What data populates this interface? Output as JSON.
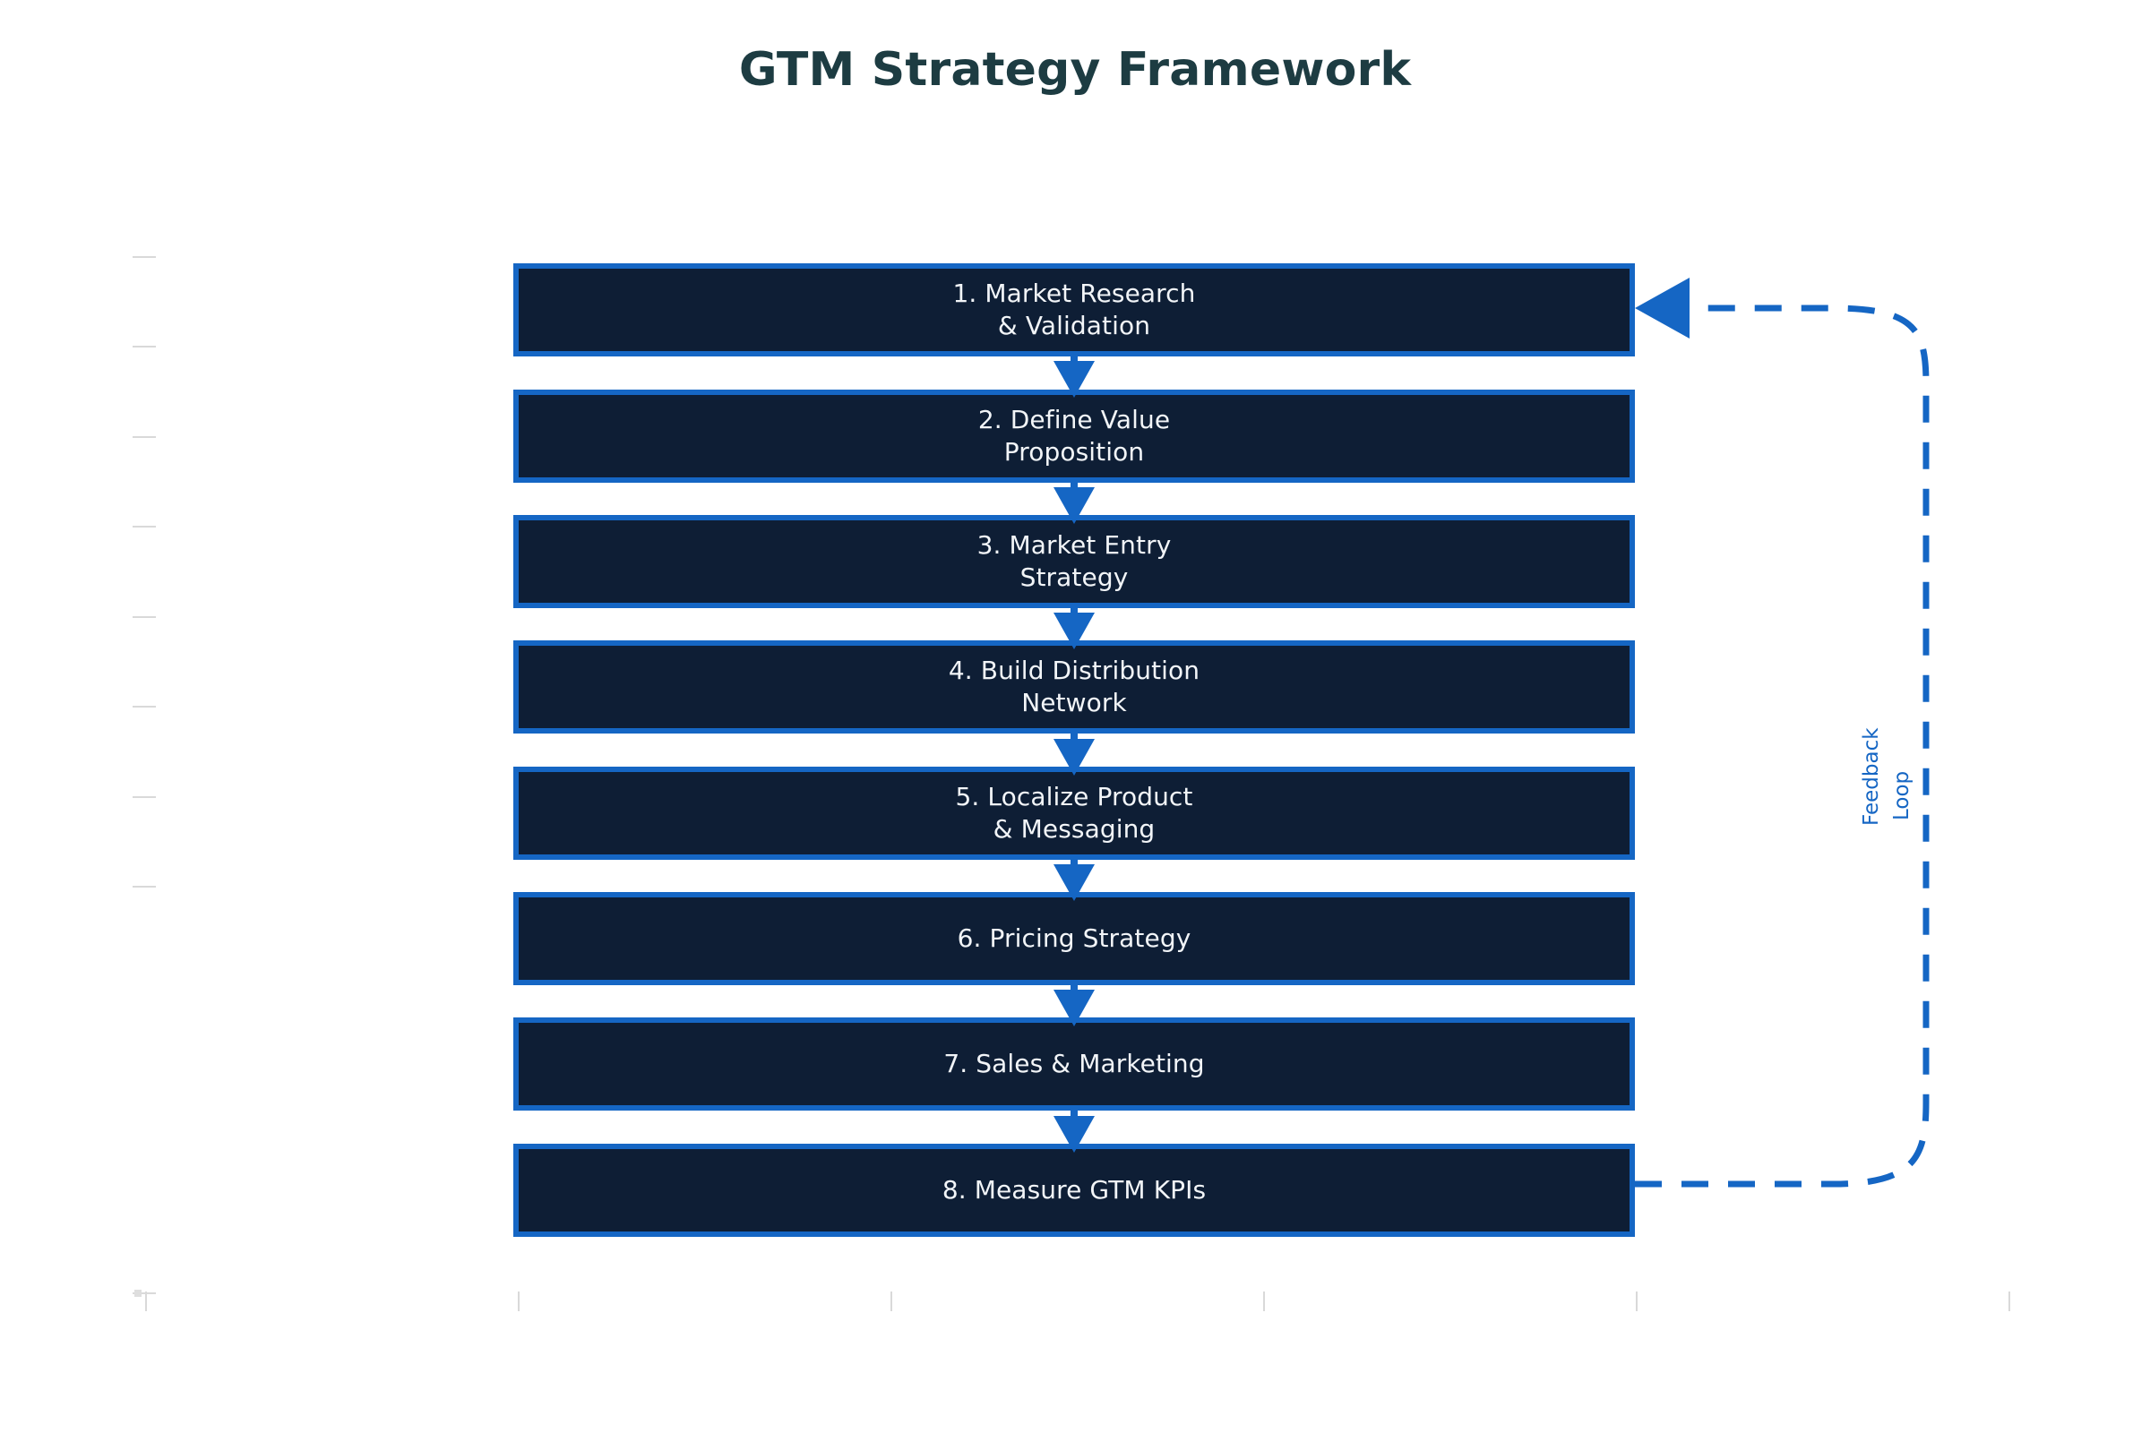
{
  "title": "GTM Strategy Framework",
  "colors": {
    "title_text": "#1d3c42",
    "box_fill": "#0e1e35",
    "box_border": "#1566c4",
    "box_text": "#f2f5f8",
    "accent_blue": "#1566c4",
    "background": "#ffffff",
    "tick_gray": "#d9d9d9"
  },
  "diagram": {
    "type": "flowchart",
    "orientation": "vertical",
    "step_count": 8,
    "steps": [
      {
        "number": "1",
        "label": "1. Market Research\n& Validation",
        "lines": [
          "1. Market Research",
          "& Validation"
        ]
      },
      {
        "number": "2",
        "label": "2. Define Value\nProposition",
        "lines": [
          "2. Define Value",
          "Proposition"
        ]
      },
      {
        "number": "3",
        "label": "3. Market Entry\nStrategy",
        "lines": [
          "3. Market Entry",
          "Strategy"
        ]
      },
      {
        "number": "4",
        "label": "4. Build Distribution\nNetwork",
        "lines": [
          "4. Build Distribution",
          "Network"
        ]
      },
      {
        "number": "5",
        "label": "5. Localize Product\n& Messaging",
        "lines": [
          "5. Localize Product",
          "& Messaging"
        ]
      },
      {
        "number": "6",
        "label": "6. Pricing Strategy",
        "lines": [
          "6. Pricing Strategy"
        ]
      },
      {
        "number": "7",
        "label": "7. Sales & Marketing",
        "lines": [
          "7. Sales & Marketing"
        ]
      },
      {
        "number": "8",
        "label": "8. Measure GTM KPIs",
        "lines": [
          "8. Measure GTM KPIs"
        ]
      }
    ],
    "connectors": {
      "count": 7,
      "style": "solid-arrowhead-down",
      "icon": "arrow-down-icon"
    },
    "feedback_loop": {
      "label_lines": [
        "Feedback",
        "Loop"
      ],
      "label_full": "Feedback Loop",
      "style": "dashed",
      "from_step": "8. Measure GTM KPIs",
      "to_step": "1. Market Research & Validation",
      "direction": "bottom-right to top-right",
      "arrow_icon": "arrow-left-icon"
    }
  }
}
